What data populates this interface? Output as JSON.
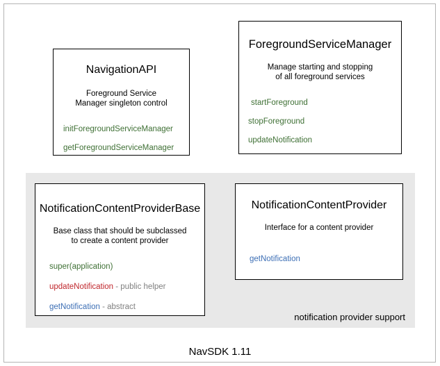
{
  "diagram": {
    "footer_caption": "NavSDK 1.11",
    "group_panel": {
      "label": "notification provider support"
    },
    "colors": {
      "method_green": "#3f7035",
      "method_red": "#c0272d",
      "method_blue": "#3d6fb5",
      "note_gray": "#808080",
      "panel_background": "#e8e8e8",
      "box_border": "#000000",
      "outer_frame": "#b4b4b4"
    },
    "boxes": [
      {
        "id": "navigation-api",
        "title": "NavigationAPI",
        "description_lines": [
          "Foreground Service",
          "Manager singleton control"
        ],
        "methods": [
          {
            "name": "initForegroundServiceManager",
            "color": "green",
            "note": ""
          },
          {
            "name": "getForegroundServiceManager",
            "color": "green",
            "note": ""
          }
        ]
      },
      {
        "id": "foreground-service-manager",
        "title": "ForegroundServiceManager",
        "description_lines": [
          "Manage starting and stopping",
          "of all foreground services"
        ],
        "methods": [
          {
            "name": "startForeground",
            "color": "green",
            "note": ""
          },
          {
            "name": "stopForeground",
            "color": "green",
            "note": ""
          },
          {
            "name": "updateNotification",
            "color": "green",
            "note": ""
          }
        ]
      },
      {
        "id": "notification-content-provider-base",
        "title": "NotificationContentProviderBase",
        "description_lines": [
          "Base class that should be subclassed",
          "to create a content provider"
        ],
        "methods": [
          {
            "name": "super(application)",
            "color": "green",
            "note": ""
          },
          {
            "name": "updateNotification",
            "color": "red",
            "note": " - public helper"
          },
          {
            "name": "getNotification",
            "color": "blue",
            "note": " - abstract"
          }
        ]
      },
      {
        "id": "notification-content-provider",
        "title": "NotificationContentProvider",
        "description_lines": [
          "Interface for a content provider"
        ],
        "methods": [
          {
            "name": "getNotification",
            "color": "blue",
            "note": ""
          }
        ]
      }
    ]
  }
}
